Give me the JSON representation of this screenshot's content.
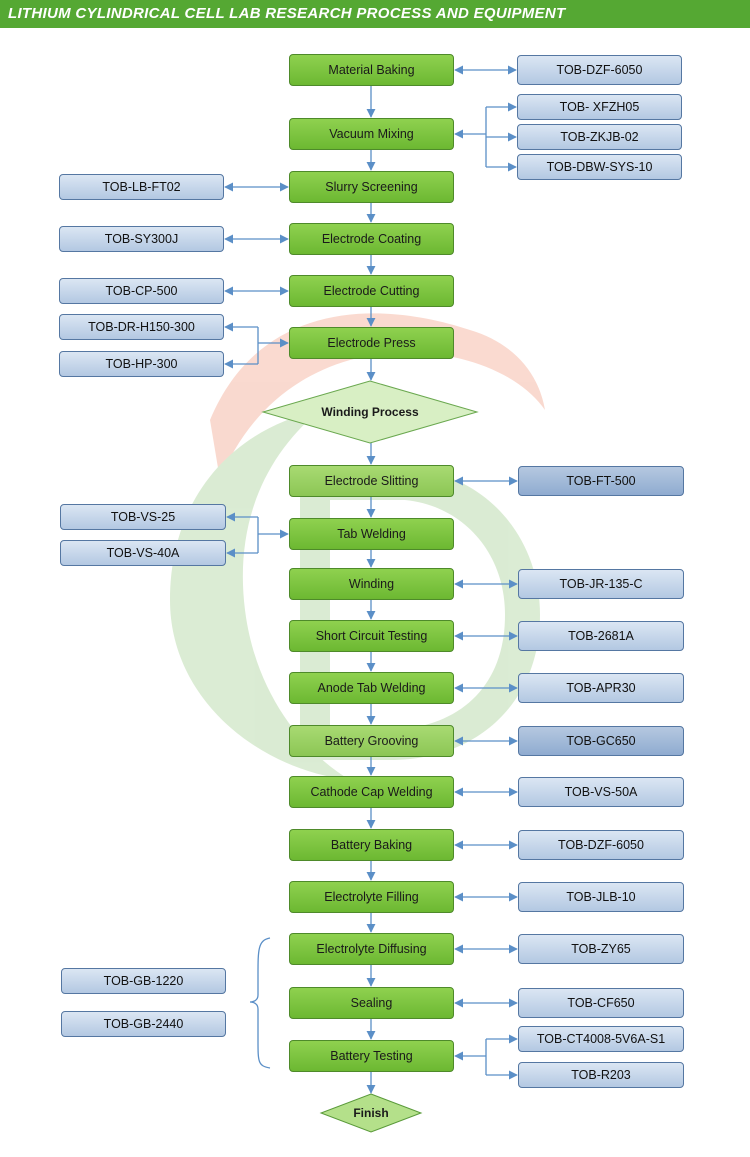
{
  "title": "LITHIUM CYLINDRICAL CELL LAB RESEARCH PROCESS  AND EQUIPMENT",
  "colors": {
    "header": "#55a833",
    "process_fill": "#7cc441",
    "equipment_fill": "#c9d8ec",
    "connector": "#5b8fc7"
  },
  "process_steps": [
    "Material Baking",
    "Vacuum Mixing",
    "Slurry Screening",
    "Electrode Coating",
    "Electrode Cutting",
    "Electrode Press",
    "Winding  Process",
    "Electrode Slitting",
    "Tab Welding",
    "Winding",
    "Short Circuit Testing",
    "Anode Tab Welding",
    "Battery Grooving",
    "Cathode Cap Welding",
    "Battery Baking",
    "Electrolyte Filling",
    "Electrolyte Diffusing",
    "Sealing",
    "Battery Testing",
    "Finish"
  ],
  "equipment": {
    "material_baking": [
      "TOB-DZF-6050"
    ],
    "vacuum_mixing": [
      "TOB- XFZH05",
      "TOB-ZKJB-02",
      "TOB-DBW-SYS-10"
    ],
    "slurry_screening": [
      "TOB-LB-FT02"
    ],
    "electrode_coating": [
      "TOB-SY300J"
    ],
    "electrode_cutting": [
      "TOB-CP-500"
    ],
    "electrode_press": [
      "TOB-DR-H150-300",
      "TOB-HP-300"
    ],
    "electrode_slitting": [
      "TOB-FT-500"
    ],
    "tab_welding": [
      "TOB-VS-25",
      "TOB-VS-40A"
    ],
    "winding": [
      "TOB-JR-135-C"
    ],
    "short_circuit_testing": [
      "TOB-2681A"
    ],
    "anode_tab_welding": [
      "TOB-APR30"
    ],
    "battery_grooving": [
      "TOB-GC650"
    ],
    "cathode_cap_welding": [
      "TOB-VS-50A"
    ],
    "battery_baking": [
      "TOB-DZF-6050"
    ],
    "electrolyte_filling": [
      "TOB-JLB-10"
    ],
    "electrolyte_diffusing": [
      "TOB-ZY65"
    ],
    "sealing": [
      "TOB-CF650"
    ],
    "battery_testing": [
      "TOB-CT4008-5V6A-S1",
      "TOB-R203"
    ],
    "glove_box": [
      "TOB-GB-1220",
      "TOB-GB-2440"
    ]
  }
}
